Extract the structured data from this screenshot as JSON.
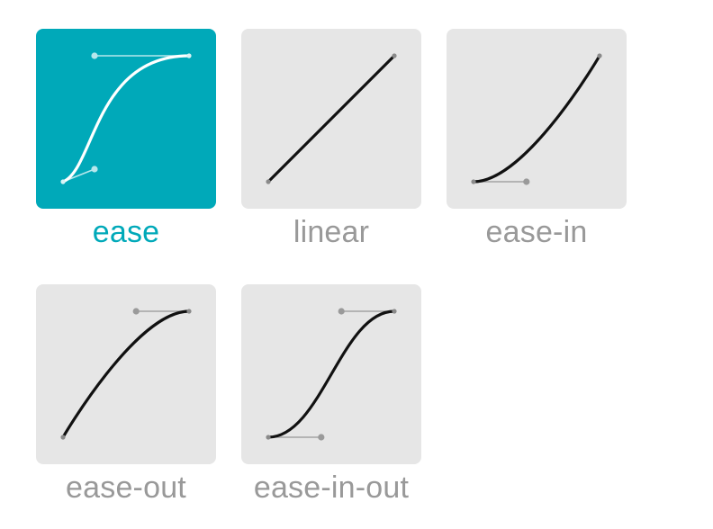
{
  "presets": [
    {
      "id": "ease",
      "label": "ease",
      "cubic_bezier": [
        0.25,
        0.1,
        0.25,
        1.0
      ],
      "selected": true
    },
    {
      "id": "linear",
      "label": "linear",
      "cubic_bezier": [
        0.0,
        0.0,
        1.0,
        1.0
      ],
      "selected": false
    },
    {
      "id": "ease-in",
      "label": "ease-in",
      "cubic_bezier": [
        0.42,
        0.0,
        1.0,
        1.0
      ],
      "selected": false
    },
    {
      "id": "ease-out",
      "label": "ease-out",
      "cubic_bezier": [
        0.0,
        0.0,
        0.58,
        1.0
      ],
      "selected": false
    },
    {
      "id": "ease-in-out",
      "label": "ease-in-out",
      "cubic_bezier": [
        0.42,
        0.0,
        0.58,
        1.0
      ],
      "selected": false
    }
  ],
  "colors": {
    "accent": "#00a9b9",
    "tile_background": "#e6e6e6",
    "label_inactive": "#999999",
    "curve_inactive": "#111111",
    "curve_active": "#ffffff"
  }
}
